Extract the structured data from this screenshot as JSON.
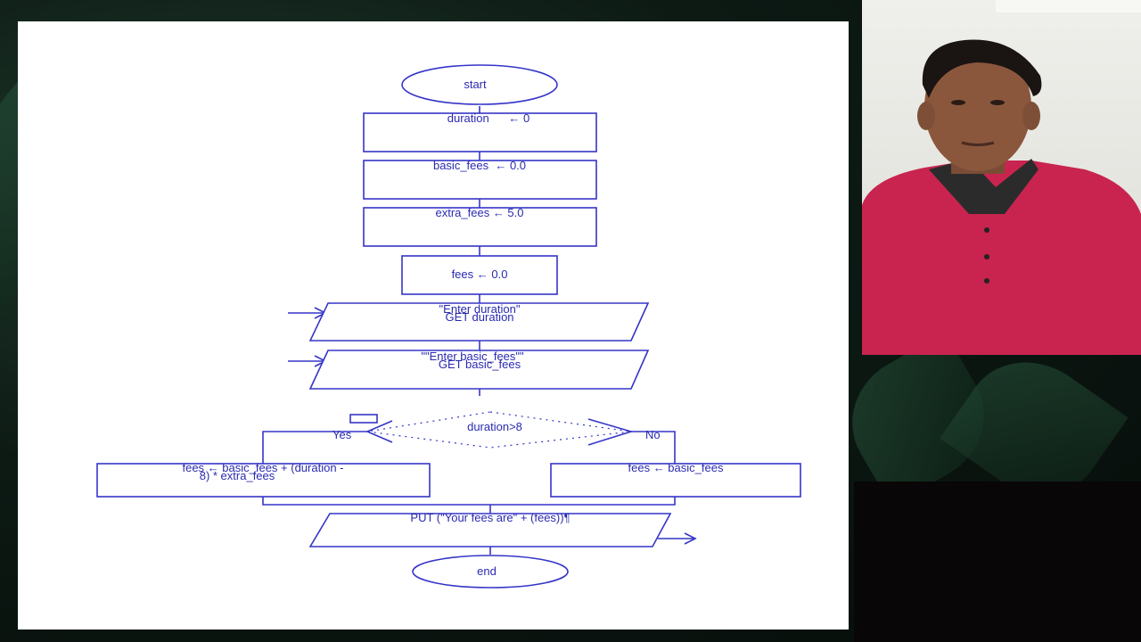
{
  "flowchart": {
    "start": "start",
    "duration_init": "duration      ← 0",
    "basic_fees_init": "basic_fees  ← 0.0",
    "extra_fees_init": "extra_fees ← 5.0",
    "fees_init": "fees ← 0.0",
    "input_duration_prompt": "\"Enter duration\"",
    "input_duration_get": "GET duration",
    "input_basic_prompt": "\"\"Enter basic_fees\"\"",
    "input_basic_get": "GET basic_fees",
    "decision": "duration>8",
    "yes_label": "Yes",
    "no_label": "No",
    "yes_calc_line1": "fees ← basic_fees + (duration -",
    "yes_calc_line2": "8)  * extra_fees",
    "no_calc": "fees ← basic_fees",
    "output": "PUT (\"Your fees are\"  + (fees))¶",
    "end": "end"
  },
  "colors": {
    "flow_stroke": "#3535c8",
    "flow_text": "#2a2ab0",
    "slide_bg": "#ffffff",
    "shirt": "#c8244f"
  }
}
